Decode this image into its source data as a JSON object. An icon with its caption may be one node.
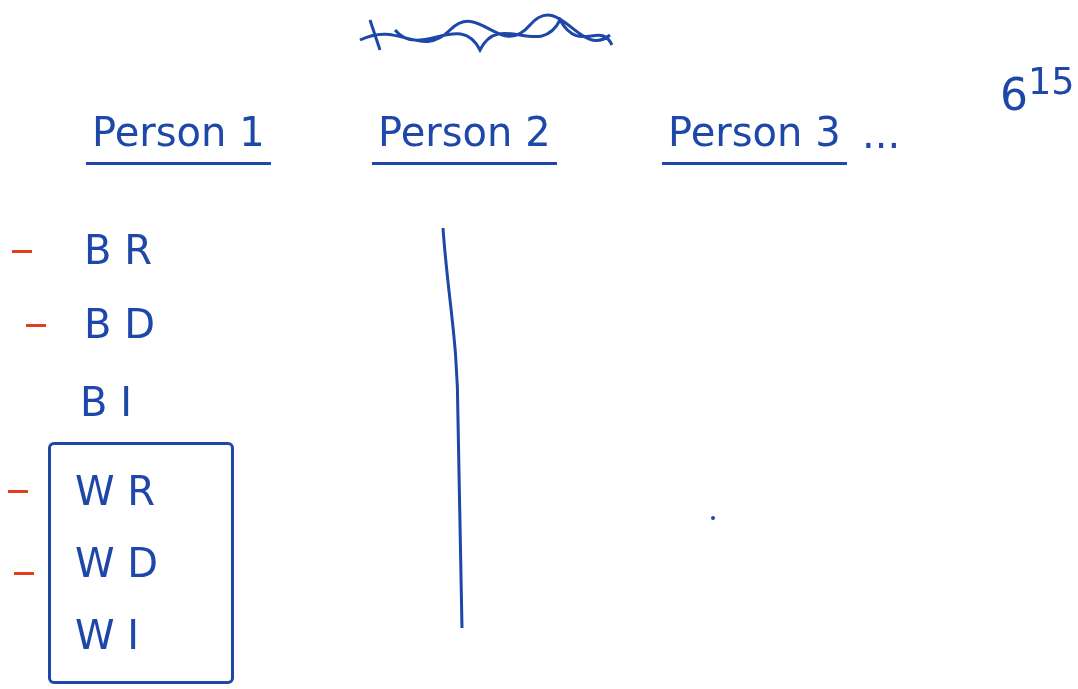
{
  "diagram": {
    "nodes": [
      {
        "text": [
          "W R",
          "W D",
          "W I"
        ]
      }
    ],
    "labels": [
      "Person 1",
      "Person 2",
      "Person 3",
      "...",
      "6$^{15}$",
      "B R",
      "B D",
      "B I"
    ]
  }
}
